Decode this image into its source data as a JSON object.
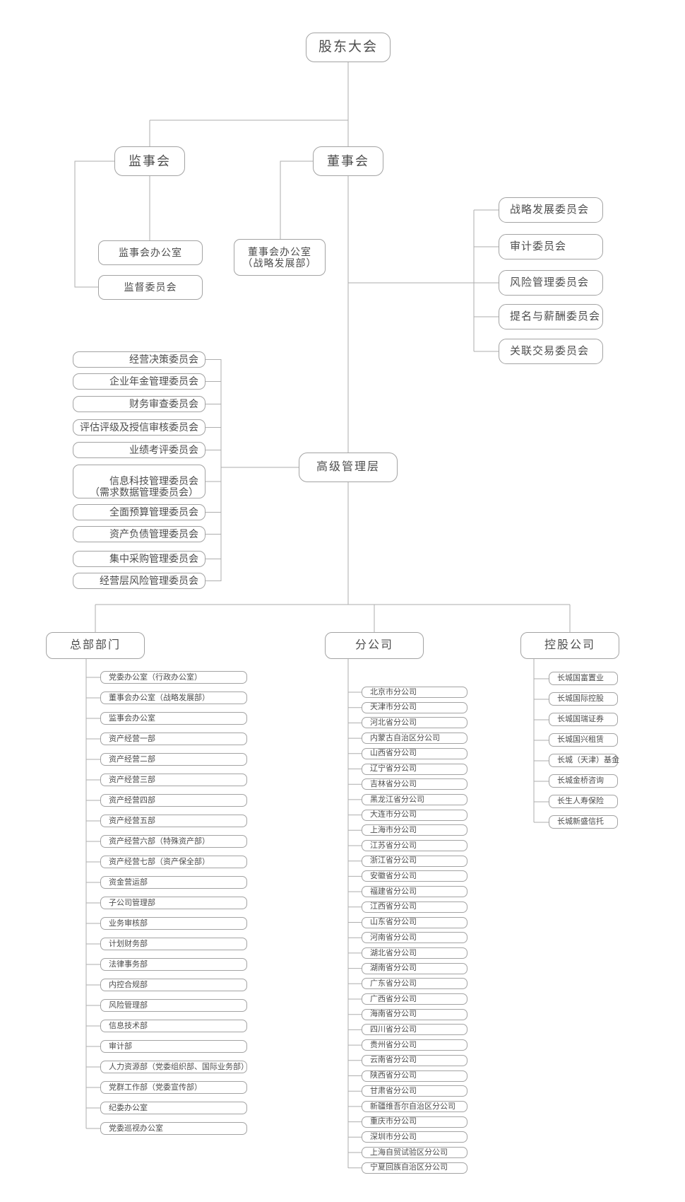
{
  "org_chart": {
    "root": {
      "label": "股东大会"
    },
    "supervisory": {
      "label": "监事会",
      "children": [
        {
          "label": "监事会办公室"
        },
        {
          "label": "监督委员会"
        }
      ]
    },
    "board": {
      "label": "董事会",
      "office": {
        "label": "董事会办公室",
        "label2": "（战略发展部）"
      },
      "committees": [
        {
          "label": "战略发展委员会"
        },
        {
          "label": "审计委员会"
        },
        {
          "label": "风险管理委员会"
        },
        {
          "label": "提名与薪酬委员会"
        },
        {
          "label": "关联交易委员会"
        }
      ]
    },
    "senior_management": {
      "label": "高级管理层",
      "committees": [
        {
          "label": "经营决策委员会"
        },
        {
          "label": "企业年金管理委员会"
        },
        {
          "label": "财务审查委员会"
        },
        {
          "label": "评估评级及授信审核委员会"
        },
        {
          "label": "业绩考评委员会"
        },
        {
          "label": "信息科技管理委员会",
          "label2": "（需求数据管理委员会）"
        },
        {
          "label": "全面预算管理委员会"
        },
        {
          "label": "资产负债管理委员会"
        },
        {
          "label": "集中采购管理委员会"
        },
        {
          "label": "经营层风险管理委员会"
        }
      ]
    },
    "groups": [
      {
        "label": "总部部门",
        "items": [
          "党委办公室（行政办公室）",
          "董事会办公室（战略发展部）",
          "监事会办公室",
          "资产经营一部",
          "资产经营二部",
          "资产经营三部",
          "资产经营四部",
          "资产经营五部",
          "资产经营六部（特殊资产部）",
          "资产经营七部（资产保全部）",
          "资金营运部",
          "子公司管理部",
          "业务审核部",
          "计划财务部",
          "法律事务部",
          "内控合规部",
          "风险管理部",
          "信息技术部",
          "审计部",
          "人力资源部（党委组织部、国际业务部）",
          "党群工作部（党委宣传部）",
          "纪委办公室",
          "党委巡视办公室"
        ]
      },
      {
        "label": "分公司",
        "items": [
          "北京市分公司",
          "天津市分公司",
          "河北省分公司",
          "内蒙古自治区分公司",
          "山西省分公司",
          "辽宁省分公司",
          "吉林省分公司",
          "黑龙江省分公司",
          "大连市分公司",
          "上海市分公司",
          "江苏省分公司",
          "浙江省分公司",
          "安徽省分公司",
          "福建省分公司",
          "江西省分公司",
          "山东省分公司",
          "河南省分公司",
          "湖北省分公司",
          "湖南省分公司",
          "广东省分公司",
          "广西省分公司",
          "海南省分公司",
          "四川省分公司",
          "贵州省分公司",
          "云南省分公司",
          "陕西省分公司",
          "甘肃省分公司",
          "新疆维吾尔自治区分公司",
          "重庆市分公司",
          "深圳市分公司",
          "上海自贸试验区分公司",
          "宁夏回族自治区分公司"
        ]
      },
      {
        "label": "控股公司",
        "items": [
          "长城国富置业",
          "长城国际控股",
          "长城国瑞证券",
          "长城国兴租赁",
          "长城（天津）基金",
          "长城金桥咨询",
          "长生人寿保险",
          "长城新盛信托"
        ]
      }
    ],
    "colors": {
      "border": "#a3a3a3",
      "line": "#aeaeae",
      "text": "#4d4d4d",
      "background": "#ffffff"
    }
  }
}
